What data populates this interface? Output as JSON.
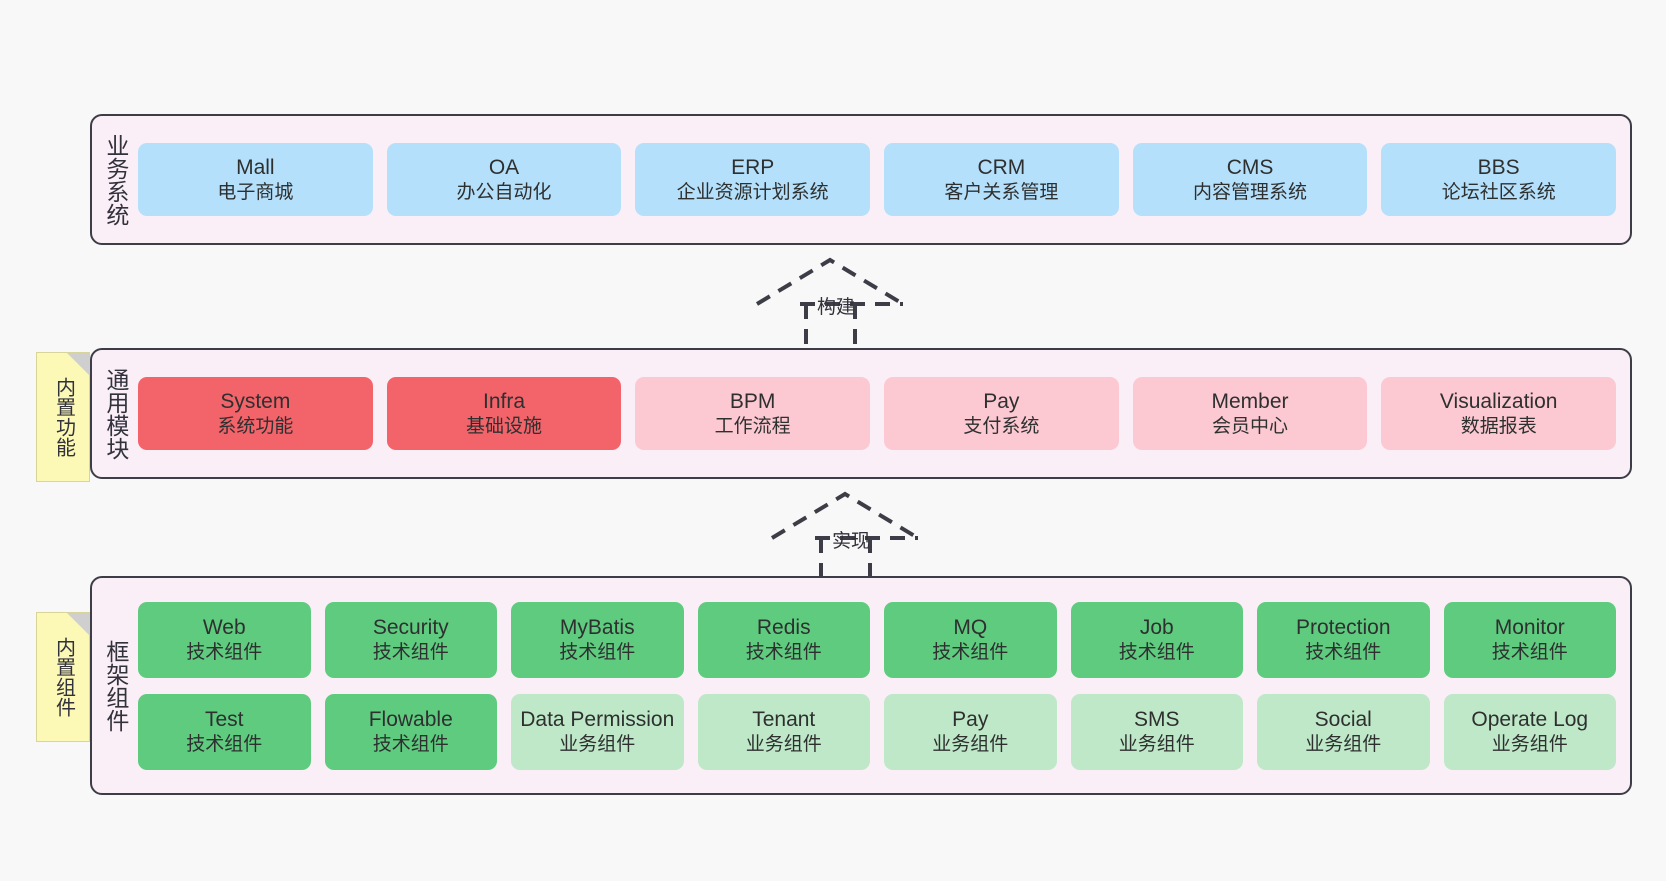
{
  "diagram": {
    "background_color": "#f8f8f8",
    "panel_color": "#faeef7",
    "panel_border_color": "#3d3d47",
    "note_color": "#fcf8b6"
  },
  "notes": [
    {
      "id": "builtin-functions",
      "label": "内置功能"
    },
    {
      "id": "builtin-components",
      "label": "内置组件"
    }
  ],
  "arrows": [
    {
      "id": "build",
      "label": "构建",
      "style": "dashed-generalization",
      "direction": "up"
    },
    {
      "id": "implement",
      "label": "实现",
      "style": "dashed-generalization",
      "direction": "up"
    }
  ],
  "layers": [
    {
      "id": "business-system",
      "title": "业务系统",
      "rows": [
        {
          "tiles": [
            {
              "en": "Mall",
              "cn": "电子商城",
              "color": "#b5e0fb",
              "variant": "c-blue"
            },
            {
              "en": "OA",
              "cn": "办公自动化",
              "color": "#b5e0fb",
              "variant": "c-blue"
            },
            {
              "en": "ERP",
              "cn": "企业资源计划系统",
              "color": "#b5e0fb",
              "variant": "c-blue"
            },
            {
              "en": "CRM",
              "cn": "客户关系管理",
              "color": "#b5e0fb",
              "variant": "c-blue"
            },
            {
              "en": "CMS",
              "cn": "内容管理系统",
              "color": "#b5e0fb",
              "variant": "c-blue"
            },
            {
              "en": "BBS",
              "cn": "论坛社区系统",
              "color": "#b5e0fb",
              "variant": "c-blue"
            }
          ]
        }
      ]
    },
    {
      "id": "common-module",
      "title": "通用模块",
      "rows": [
        {
          "tiles": [
            {
              "en": "System",
              "cn": "系统功能",
              "color": "#f2636a",
              "variant": "c-red"
            },
            {
              "en": "Infra",
              "cn": "基础设施",
              "color": "#f2636a",
              "variant": "c-red"
            },
            {
              "en": "BPM",
              "cn": "工作流程",
              "color": "#fcc9d2",
              "variant": "c-pink"
            },
            {
              "en": "Pay",
              "cn": "支付系统",
              "color": "#fcc9d2",
              "variant": "c-pink"
            },
            {
              "en": "Member",
              "cn": "会员中心",
              "color": "#fcc9d2",
              "variant": "c-pink"
            },
            {
              "en": "Visualization",
              "cn": "数据报表",
              "color": "#fcc9d2",
              "variant": "c-pink"
            }
          ]
        }
      ]
    },
    {
      "id": "framework-component",
      "title": "框架组件",
      "rows": [
        {
          "tiles": [
            {
              "en": "Web",
              "cn": "技术组件",
              "color": "#5fcb7f",
              "variant": "c-green"
            },
            {
              "en": "Security",
              "cn": "技术组件",
              "color": "#5fcb7f",
              "variant": "c-green"
            },
            {
              "en": "MyBatis",
              "cn": "技术组件",
              "color": "#5fcb7f",
              "variant": "c-green"
            },
            {
              "en": "Redis",
              "cn": "技术组件",
              "color": "#5fcb7f",
              "variant": "c-green"
            },
            {
              "en": "MQ",
              "cn": "技术组件",
              "color": "#5fcb7f",
              "variant": "c-green"
            },
            {
              "en": "Job",
              "cn": "技术组件",
              "color": "#5fcb7f",
              "variant": "c-green"
            },
            {
              "en": "Protection",
              "cn": "技术组件",
              "color": "#5fcb7f",
              "variant": "c-green"
            },
            {
              "en": "Monitor",
              "cn": "技术组件",
              "color": "#5fcb7f",
              "variant": "c-green"
            }
          ]
        },
        {
          "tiles": [
            {
              "en": "Test",
              "cn": "技术组件",
              "color": "#5fcb7f",
              "variant": "c-green"
            },
            {
              "en": "Flowable",
              "cn": "技术组件",
              "color": "#5fcb7f",
              "variant": "c-green"
            },
            {
              "en": "Data Permission",
              "cn": "业务组件",
              "color": "#bfe8c8",
              "variant": "c-lightgreen"
            },
            {
              "en": "Tenant",
              "cn": "业务组件",
              "color": "#bfe8c8",
              "variant": "c-lightgreen"
            },
            {
              "en": "Pay",
              "cn": "业务组件",
              "color": "#bfe8c8",
              "variant": "c-lightgreen"
            },
            {
              "en": "SMS",
              "cn": "业务组件",
              "color": "#bfe8c8",
              "variant": "c-lightgreen"
            },
            {
              "en": "Social",
              "cn": "业务组件",
              "color": "#bfe8c8",
              "variant": "c-lightgreen"
            },
            {
              "en": "Operate Log",
              "cn": "业务组件",
              "color": "#bfe8c8",
              "variant": "c-lightgreen"
            }
          ]
        }
      ]
    }
  ]
}
